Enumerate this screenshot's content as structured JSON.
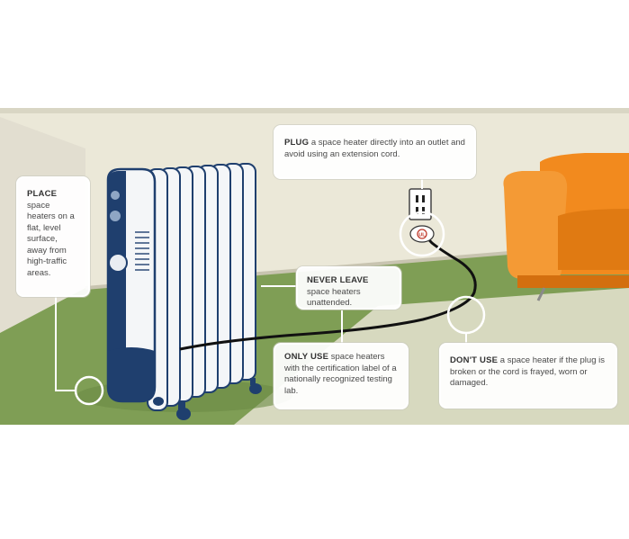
{
  "callouts": {
    "place": {
      "bold": "PLACE",
      "text": "space heaters on a flat, level surface, away from high-traffic areas."
    },
    "plug": {
      "bold": "PLUG",
      "text": " a space heater directly into an outlet and avoid using an extension cord."
    },
    "never_leave": {
      "bold": "NEVER LEAVE",
      "text": " space heaters unattended."
    },
    "only_use": {
      "bold": "ONLY USE",
      "text": " space heaters with the certification label of a nationally recognized testing lab."
    },
    "dont_use": {
      "bold": "DON'T USE",
      "text": " a space heater if the plug is broken or the cord is frayed, worn or damaged."
    }
  },
  "plug_label": "UL",
  "colors": {
    "wall": "#ebe8d8",
    "floor": "#7f9e55",
    "rug": "#e6e3d2",
    "heater_body": "#f4f6f8",
    "heater_dark": "#1f3f6e",
    "couch": "#f28a1e"
  },
  "icons": [
    "oil-radiator-heater",
    "wall-outlet",
    "plug",
    "armchair"
  ]
}
